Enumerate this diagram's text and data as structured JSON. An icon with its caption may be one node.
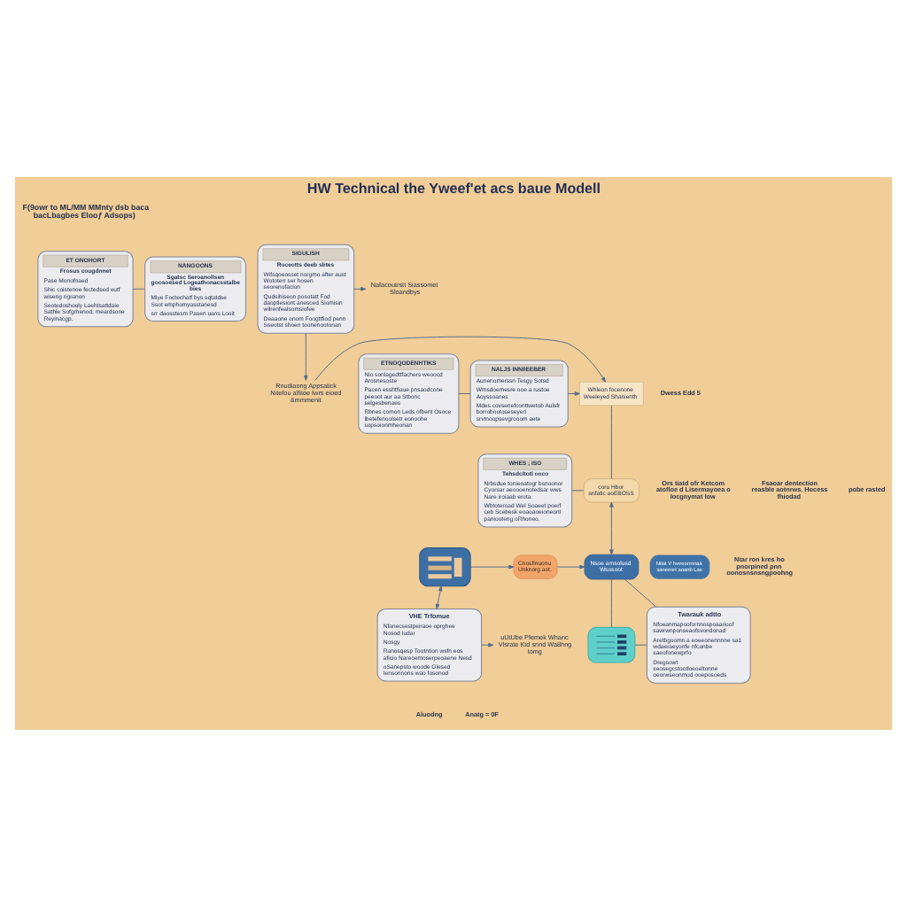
{
  "diagram": {
    "title": "HW Technical the Yweef'et acs baue Modell",
    "nodes": [
      {
        "text": [
          "ET ONOHORT",
          "Frosus cougdnnet",
          "Pase Monofnaed",
          "Shic coistenoe fectedsed eutf wiseng rigranon",
          "Seotedoshouly Laehtsattdaie Sathle Sofgrhenod, meardsone Reyinacgp."
        ]
      },
      {
        "text": [
          "NANGOONS",
          "Sgatsc Seroanollsen goosoesed Logeathonacsstalbe bies",
          "Miye Foctechatf bys sqtatdse Ssot emphomyasstanesd",
          "srr daosstesm Pasen uans Looit"
        ]
      },
      {
        "text": [
          "SIGULISH",
          "Roceotts deeb sbtes",
          "Wifsqoeosset norgmo after aust Wototerr ser hosen seorenofaclon",
          "Qudsihiseon posotatt Fod daoptlesiont anesced Siomisin wilrenfealsomsiofee",
          "Deaaone onom Foogttfiod penn Sseotst shoen toonenootonan"
        ]
      },
      {
        "text": [
          "Nafacoutrstt Siassomet Sloandbys"
        ]
      },
      {
        "text": [
          "ETNOQODENHTIKS",
          "Nio sonlagedttfachers weoocd Arosnesoste",
          "Pacen esshtfiaue pnsaodcone peeoot aur aa Stbonc selgesbenaes",
          "Rbnes comon Leds ofbent Osoce lbetefenoolsetr eonoohe sopsoionmheonan"
        ]
      },
      {
        "text": [
          "NALJS INNIIEEBER",
          "Aunenomerssn Tesgy Sotsd",
          "Wmsdoemesre ooe a rustoe Aoyssoanes",
          "Mdes covsenefconttwetob Aulsfr borrobootoseseyeri srvtnoopsevgrooom aete"
        ]
      },
      {
        "text": [
          "Whleon focenone Weeleyed Shanienth"
        ]
      },
      {
        "text": [
          "Rnudiaong Appsatick",
          "Nitefou alfitoe Iwrs eioed &mmmenit"
        ]
      },
      {
        "text": [
          "WHES ; ISO",
          "Tehsdcltotl ooco",
          "Nrbsdue tonieoatogr bsnoonor Cyorsar aeoooenotedsar wws Nare iroiaab erota.",
          "Wbtoteroad Wel Soaeet poerf ceb Scebesk eoaoaoeioneonl paniooteng oRhoneo."
        ]
      },
      {
        "text": [
          "coru Hbor anfatic aoEBOSS"
        ]
      },
      {
        "text": [],
        "shape": "picture"
      },
      {
        "text": [
          "Cnosfinuonu Unknorg aot."
        ]
      },
      {
        "text": [
          "Nsoe arnsolusd Wsosoot"
        ]
      },
      {
        "text": [
          "Nitat V hveeorrnnaa saneesrt aoanb Las"
        ]
      },
      {
        "text": [
          "VHE Trfomue",
          "Nfanecsestpeiraoe oprghee Nosod Iudar",
          "Nosgy",
          "Ranosqesp Tootntion wsfn eos aficio Nareoemoserpeoaene Nesd",
          "oSanepsto woode Glesed Iensonnons wao fosonod"
        ]
      },
      {
        "text": [
          "uUtUbe Pfemek Whanc Vlsrate Ktd snnd Wa8hng tomg"
        ]
      },
      {
        "text": [],
        "shape": "picture"
      },
      {
        "text": [
          "Twarauk adtto",
          "Nfoeanmapoofornnospoaarioof sawrwnponseaofsvondonad",
          "Aretbgoomn a eoeeonennnne sa1 wdaeraeyonfe nfcanbe saeofonewprfo",
          "Dregsowt seosegcstootloeoeltonne oeorwseonmod ooeposoeds"
        ]
      }
    ],
    "edges": [
      {
        "from": 0,
        "to": 1,
        "arrow": "none"
      },
      {
        "from": 2,
        "to": 3,
        "arrow": "to"
      },
      {
        "from": 2,
        "to": 7,
        "arrow": "to"
      },
      {
        "from": 4,
        "to": 5,
        "arrow": "none"
      },
      {
        "from": 5,
        "to": 6,
        "arrow": "to"
      },
      {
        "from": 7,
        "to": 6,
        "arrow": "to"
      },
      {
        "from": 6,
        "to": 9,
        "arrow": "none"
      },
      {
        "from": 8,
        "to": 9,
        "arrow": "none"
      },
      {
        "from": 9,
        "to": 12,
        "arrow": "both"
      },
      {
        "from": 10,
        "to": 11,
        "arrow": "to"
      },
      {
        "from": 11,
        "to": 12,
        "arrow": "to"
      },
      {
        "from": 10,
        "to": 14,
        "arrow": "both"
      },
      {
        "from": 14,
        "to": 15,
        "arrow": "to"
      },
      {
        "from": 12,
        "to": 16,
        "arrow": "none"
      },
      {
        "from": 12,
        "to": 17,
        "arrow": "none"
      },
      {
        "from": 16,
        "to": 17,
        "arrow": "none"
      }
    ],
    "labels": [
      "F(9owr to ML/MM MMnty dsb baca bacLbagbes Elooƒ Adsops)",
      "Dwess Edd 5",
      "Ors tiatd ofr Ketcom atofloe d Lisermayoea o Iocgnymat low",
      "pobe rasted",
      "Ntar ron kres ho pnorpined pnn oonosnsnsngpoohng",
      "Fsaoar dentection reasble aotnrws. Hocess fhiodad",
      "Aluodng",
      "Anatg = 0F"
    ]
  }
}
